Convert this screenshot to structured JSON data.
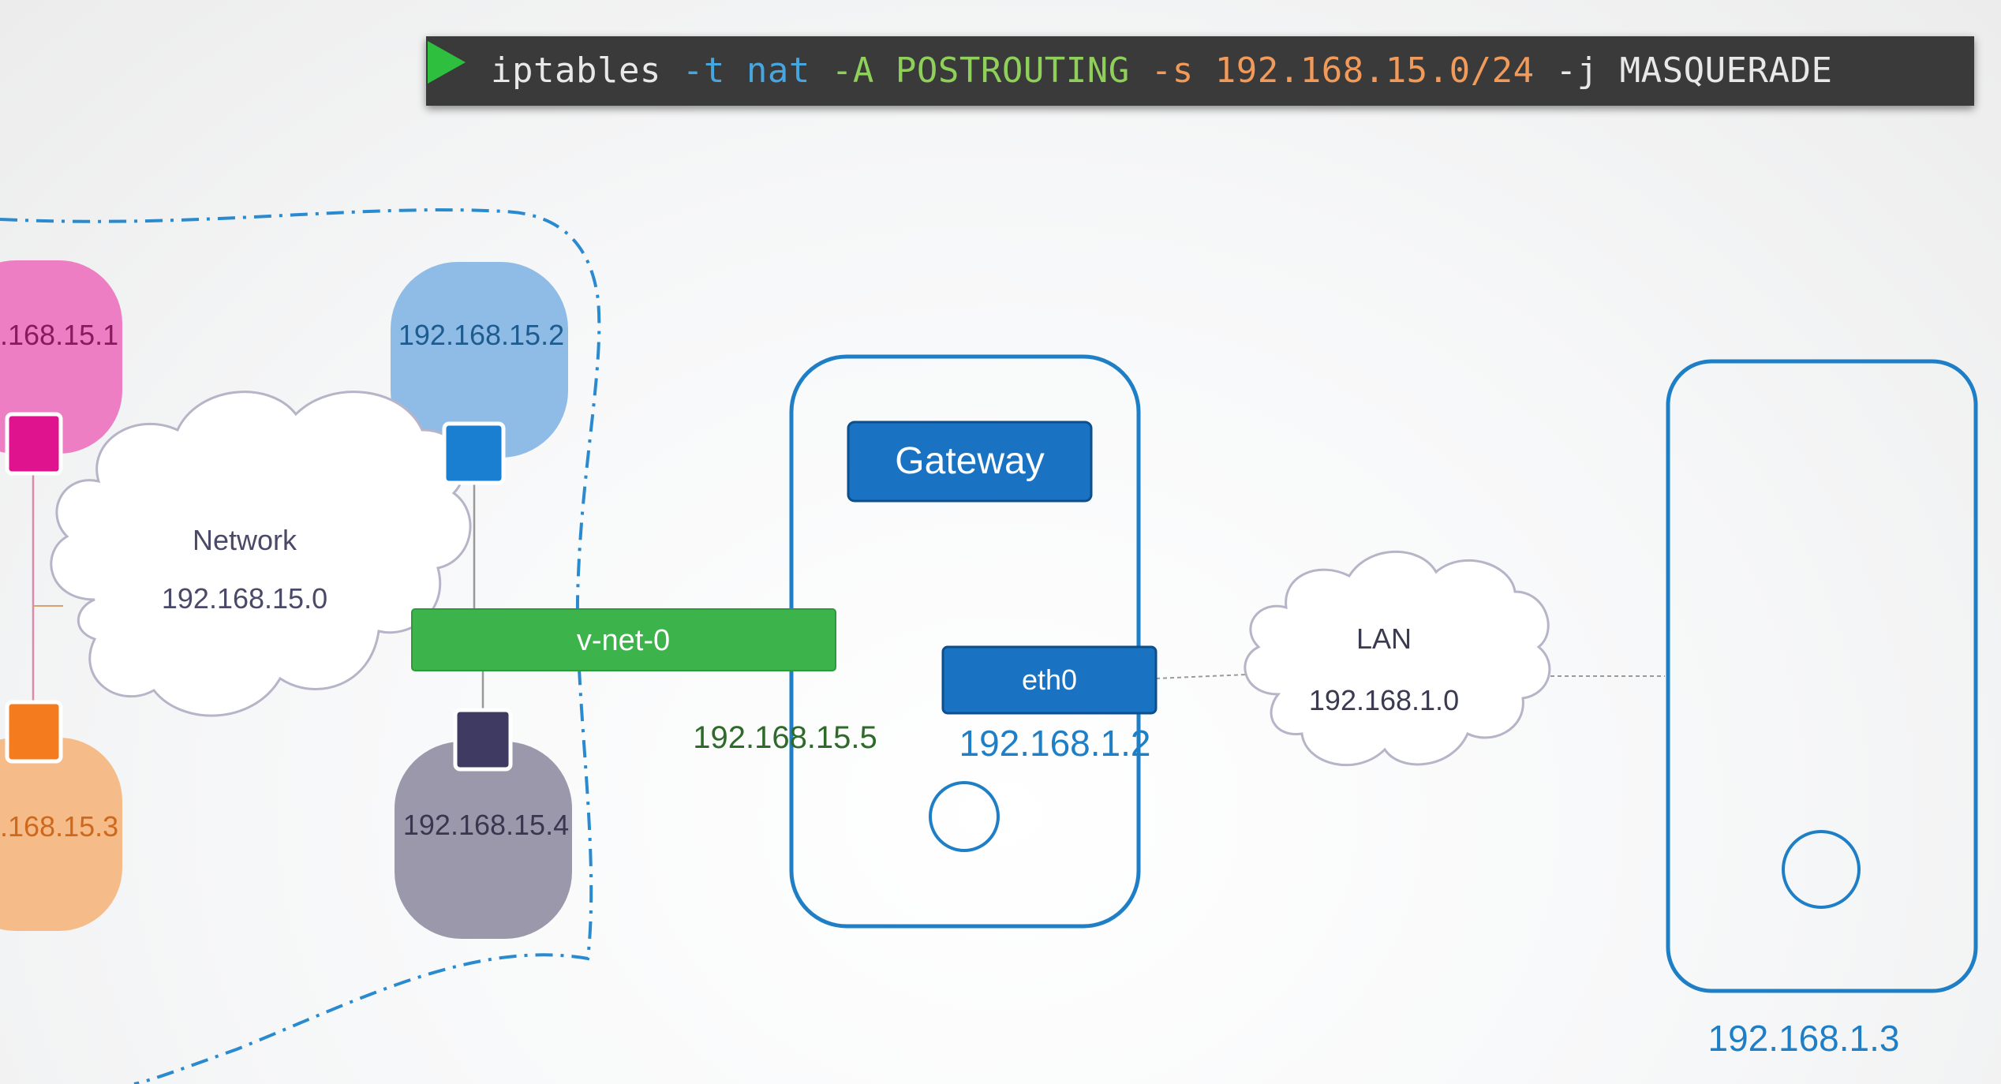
{
  "command": {
    "tokens": [
      {
        "text": "iptables",
        "color": "#e8e8e8"
      },
      {
        "text": "-t",
        "color": "#45a6e0"
      },
      {
        "text": "nat",
        "color": "#45a6e0"
      },
      {
        "text": "-A",
        "color": "#8fd05a"
      },
      {
        "text": "POSTROUTING",
        "color": "#8fd05a"
      },
      {
        "text": "-s",
        "color": "#f29a5a"
      },
      {
        "text": "192.168.15.0/24",
        "color": "#f29a5a"
      },
      {
        "text": "-j",
        "color": "#e8e8e8"
      },
      {
        "text": "MASQUERADE",
        "color": "#e8e8e8"
      }
    ]
  },
  "namespaces": {
    "pink": {
      "ip": ".168.15.1",
      "color": "#ee7ec4",
      "port_color": "#e0138e"
    },
    "blue": {
      "ip": "192.168.15.2",
      "color": "#8fbce6",
      "port_color": "#1a7fd0"
    },
    "orange": {
      "ip": ".168.15.3",
      "color": "#f5bc8a",
      "port_color": "#f47c1f"
    },
    "gray": {
      "ip": "192.168.15.4",
      "color": "#9c98ac",
      "port_color": "#3e3a62"
    }
  },
  "network_cloud": {
    "title": "Network",
    "subnet": "192.168.15.0"
  },
  "bridge": {
    "label": "v-net-0",
    "ip": "192.168.15.5",
    "color": "#3cb44b"
  },
  "gateway_host": {
    "title": "Gateway",
    "interface": "eth0",
    "ip": "192.168.1.2"
  },
  "lan_cloud": {
    "title": "LAN",
    "subnet": "192.168.1.0"
  },
  "remote_host": {
    "ip": "192.168.1.3"
  },
  "colors": {
    "host_border": "#1e7fc6",
    "ip_blue": "#1e7fc6",
    "bridge_ip": "#2e6b2b"
  }
}
